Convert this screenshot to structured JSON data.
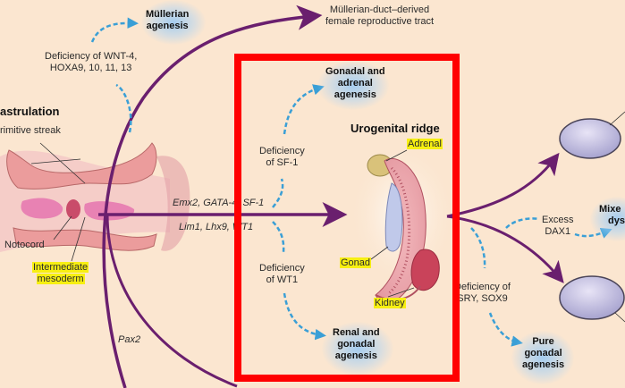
{
  "diagram": {
    "colors": {
      "background": "#fbe6d0",
      "pathway_arrow": "#6a1f6e",
      "deficiency_arrow": "#3a9fd6",
      "highlight": "#f7ef12",
      "annotation_box": "#ff0000"
    },
    "left_section": {
      "title": "astrulation",
      "primitive_streak": "rimitive streak",
      "notocord": "Notocord",
      "intermediate_mesoderm_line1": "Intermediate",
      "intermediate_mesoderm_line2": "mesoderm"
    },
    "mullerian": {
      "deficiency_line1": "Deficiency of WNT-4,",
      "deficiency_line2": "HOXA9, 10, 11, 13",
      "agenesis_line1": "Müllerian",
      "agenesis_line2": "agenesis",
      "tract_line1": "Müllerian-duct–derived",
      "tract_line2": "female reproductive tract"
    },
    "genes": {
      "upper": "Emx2, GATA-4, SF-1",
      "lower": "Lim1, Lhx9, WT1",
      "pax": "Pax2"
    },
    "central_box": {
      "sf1_deficiency_line1": "Deficiency",
      "sf1_deficiency_line2": "of SF-1",
      "gonadal_adrenal_line1": "Gonadal and",
      "gonadal_adrenal_line2": "adrenal",
      "gonadal_adrenal_line3": "agenesis",
      "wt1_deficiency_line1": "Deficiency",
      "wt1_deficiency_line2": "of WT1",
      "renal_gonadal_line1": "Renal and",
      "renal_gonadal_line2": "gonadal",
      "renal_gonadal_line3": "agenesis",
      "ridge_title": "Urogenital ridge",
      "adrenal": "Adrenal",
      "gonad": "Gonad",
      "kidney": "Kidney"
    },
    "right_section": {
      "dax1_line1": "Excess",
      "dax1_line2": "DAX1",
      "mixed_line1": "Mixe",
      "mixed_line2": "dys",
      "sry_line1": "Deficiency of",
      "sry_line2": "SRY, SOX9",
      "pure_line1": "Pure",
      "pure_line2": "gonadal",
      "pure_line3": "agenesis"
    }
  }
}
